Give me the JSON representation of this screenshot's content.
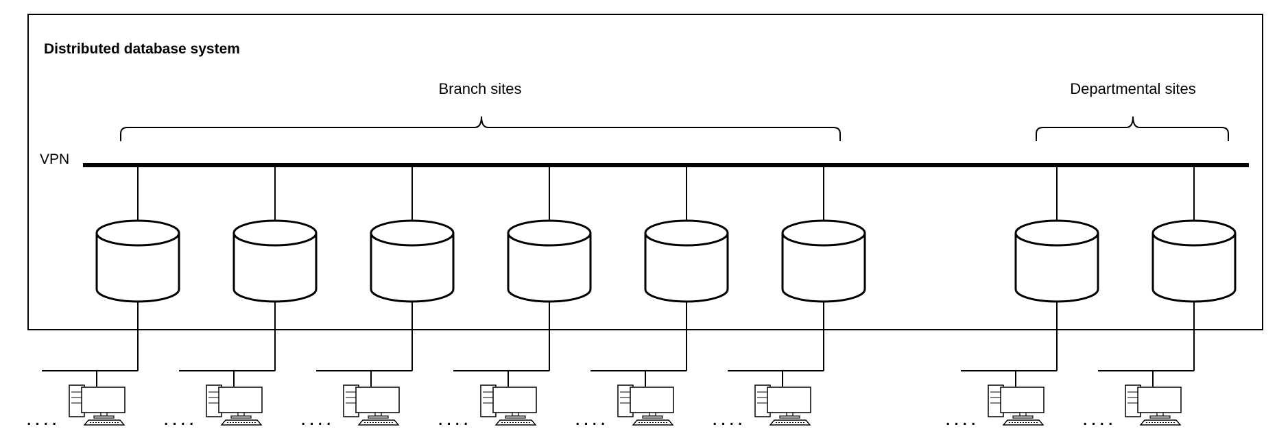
{
  "diagram": {
    "title": "Distributed database system",
    "network_label": "VPN",
    "groups": [
      {
        "label": "Branch sites",
        "site_count": 6
      },
      {
        "label": "Departmental sites",
        "site_count": 2
      }
    ],
    "ellipsis": "....",
    "icons": {
      "database": "database-cylinder-icon",
      "workstation": "desktop-computer-icon"
    },
    "colors": {
      "stroke": "#000000",
      "background": "#ffffff"
    }
  }
}
